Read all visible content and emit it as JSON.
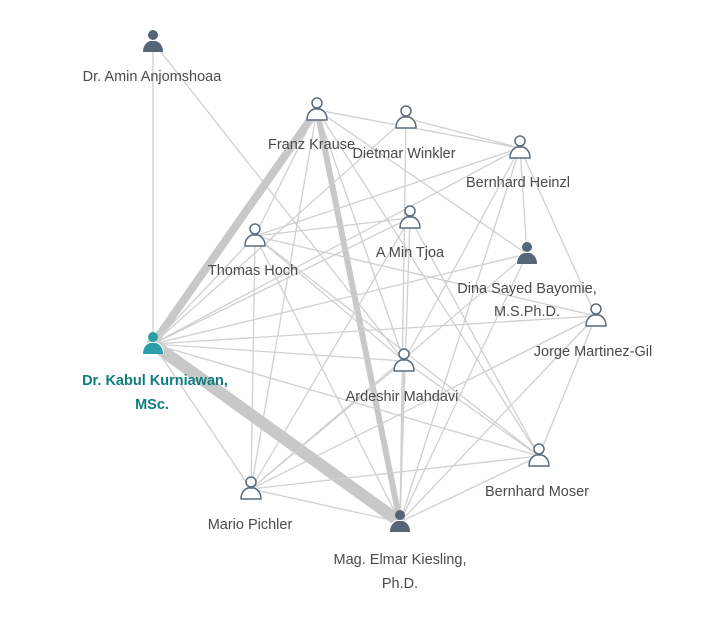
{
  "colors": {
    "edge": "#d0d0d0",
    "edge_strong": "#c8c8c8",
    "icon_outline": "#5a6a7a",
    "icon_filled": "#546678",
    "icon_highlight": "#2a9fa8",
    "label": "#4a4a4a",
    "label_highlight": "#0f7d7d"
  },
  "nodes": [
    {
      "id": "amin",
      "name": "Dr. Amin Anjomshoaa",
      "style": "filled",
      "icon": "person-filled-icon"
    },
    {
      "id": "franz",
      "name": "Franz Krause",
      "style": "outline",
      "icon": "person-outline-icon"
    },
    {
      "id": "dietmar",
      "name": "Dietmar Winkler",
      "style": "outline",
      "icon": "person-outline-icon"
    },
    {
      "id": "bernhardh",
      "name": "Bernhard Heinzl",
      "style": "outline",
      "icon": "person-outline-icon"
    },
    {
      "id": "thomas",
      "name": "Thomas Hoch",
      "style": "outline",
      "icon": "person-outline-icon"
    },
    {
      "id": "amin_tjoa",
      "name": "A Min Tjoa",
      "style": "outline",
      "icon": "person-outline-icon"
    },
    {
      "id": "dina",
      "name": "Dina Sayed Bayomie, M.S.Ph.D.",
      "style": "filled",
      "icon": "person-filled-icon"
    },
    {
      "id": "jorge",
      "name": "Jorge Martinez-Gil",
      "style": "outline",
      "icon": "person-outline-icon"
    },
    {
      "id": "kabul",
      "name": "Dr. Kabul Kurniawan, MSc.",
      "style": "highlight",
      "icon": "person-highlight-icon"
    },
    {
      "id": "ardeshir",
      "name": "Ardeshir Mahdavi",
      "style": "outline",
      "icon": "person-outline-icon"
    },
    {
      "id": "bernhardm",
      "name": "Bernhard Moser",
      "style": "outline",
      "icon": "person-outline-icon"
    },
    {
      "id": "mario",
      "name": "Mario Pichler",
      "style": "outline",
      "icon": "person-outline-icon"
    },
    {
      "id": "elmar",
      "name": "Mag. Elmar Kiesling, Ph.D.",
      "style": "filled",
      "icon": "person-filled-icon"
    }
  ],
  "edges": [
    {
      "source": "amin",
      "target": "kabul",
      "weight": 1
    },
    {
      "source": "amin",
      "target": "ardeshir",
      "weight": 1
    },
    {
      "source": "franz",
      "target": "kabul",
      "weight": 4
    },
    {
      "source": "franz",
      "target": "elmar",
      "weight": 3
    },
    {
      "source": "franz",
      "target": "thomas",
      "weight": 1
    },
    {
      "source": "franz",
      "target": "bernhardh",
      "weight": 1
    },
    {
      "source": "franz",
      "target": "mario",
      "weight": 1
    },
    {
      "source": "franz",
      "target": "ardeshir",
      "weight": 1
    },
    {
      "source": "franz",
      "target": "bernhardm",
      "weight": 1
    },
    {
      "source": "franz",
      "target": "dina",
      "weight": 1
    },
    {
      "source": "dietmar",
      "target": "kabul",
      "weight": 1
    },
    {
      "source": "dietmar",
      "target": "elmar",
      "weight": 1
    },
    {
      "source": "dietmar",
      "target": "bernhardh",
      "weight": 1
    },
    {
      "source": "bernhardh",
      "target": "kabul",
      "weight": 1
    },
    {
      "source": "bernhardh",
      "target": "thomas",
      "weight": 1
    },
    {
      "source": "bernhardh",
      "target": "elmar",
      "weight": 1
    },
    {
      "source": "bernhardh",
      "target": "dina",
      "weight": 1
    },
    {
      "source": "bernhardh",
      "target": "jorge",
      "weight": 1
    },
    {
      "source": "bernhardh",
      "target": "ardeshir",
      "weight": 1
    },
    {
      "source": "thomas",
      "target": "kabul",
      "weight": 1
    },
    {
      "source": "thomas",
      "target": "elmar",
      "weight": 1
    },
    {
      "source": "thomas",
      "target": "mario",
      "weight": 1
    },
    {
      "source": "thomas",
      "target": "jorge",
      "weight": 1
    },
    {
      "source": "thomas",
      "target": "bernhardm",
      "weight": 1
    },
    {
      "source": "thomas",
      "target": "amin_tjoa",
      "weight": 1
    },
    {
      "source": "thomas",
      "target": "ardeshir",
      "weight": 1
    },
    {
      "source": "amin_tjoa",
      "target": "kabul",
      "weight": 1
    },
    {
      "source": "amin_tjoa",
      "target": "elmar",
      "weight": 1
    },
    {
      "source": "amin_tjoa",
      "target": "bernhardm",
      "weight": 1
    },
    {
      "source": "amin_tjoa",
      "target": "mario",
      "weight": 1
    },
    {
      "source": "dina",
      "target": "kabul",
      "weight": 1
    },
    {
      "source": "dina",
      "target": "elmar",
      "weight": 1
    },
    {
      "source": "dina",
      "target": "mario",
      "weight": 1
    },
    {
      "source": "jorge",
      "target": "kabul",
      "weight": 1
    },
    {
      "source": "jorge",
      "target": "elmar",
      "weight": 1
    },
    {
      "source": "jorge",
      "target": "mario",
      "weight": 1
    },
    {
      "source": "jorge",
      "target": "bernhardm",
      "weight": 1
    },
    {
      "source": "kabul",
      "target": "elmar",
      "weight": 6
    },
    {
      "source": "kabul",
      "target": "ardeshir",
      "weight": 1
    },
    {
      "source": "kabul",
      "target": "bernhardm",
      "weight": 1
    },
    {
      "source": "kabul",
      "target": "mario",
      "weight": 1
    },
    {
      "source": "ardeshir",
      "target": "elmar",
      "weight": 1
    },
    {
      "source": "ardeshir",
      "target": "mario",
      "weight": 1
    },
    {
      "source": "ardeshir",
      "target": "bernhardm",
      "weight": 1
    },
    {
      "source": "bernhardm",
      "target": "elmar",
      "weight": 1
    },
    {
      "source": "bernhardm",
      "target": "mario",
      "weight": 1
    },
    {
      "source": "mario",
      "target": "elmar",
      "weight": 1
    }
  ]
}
